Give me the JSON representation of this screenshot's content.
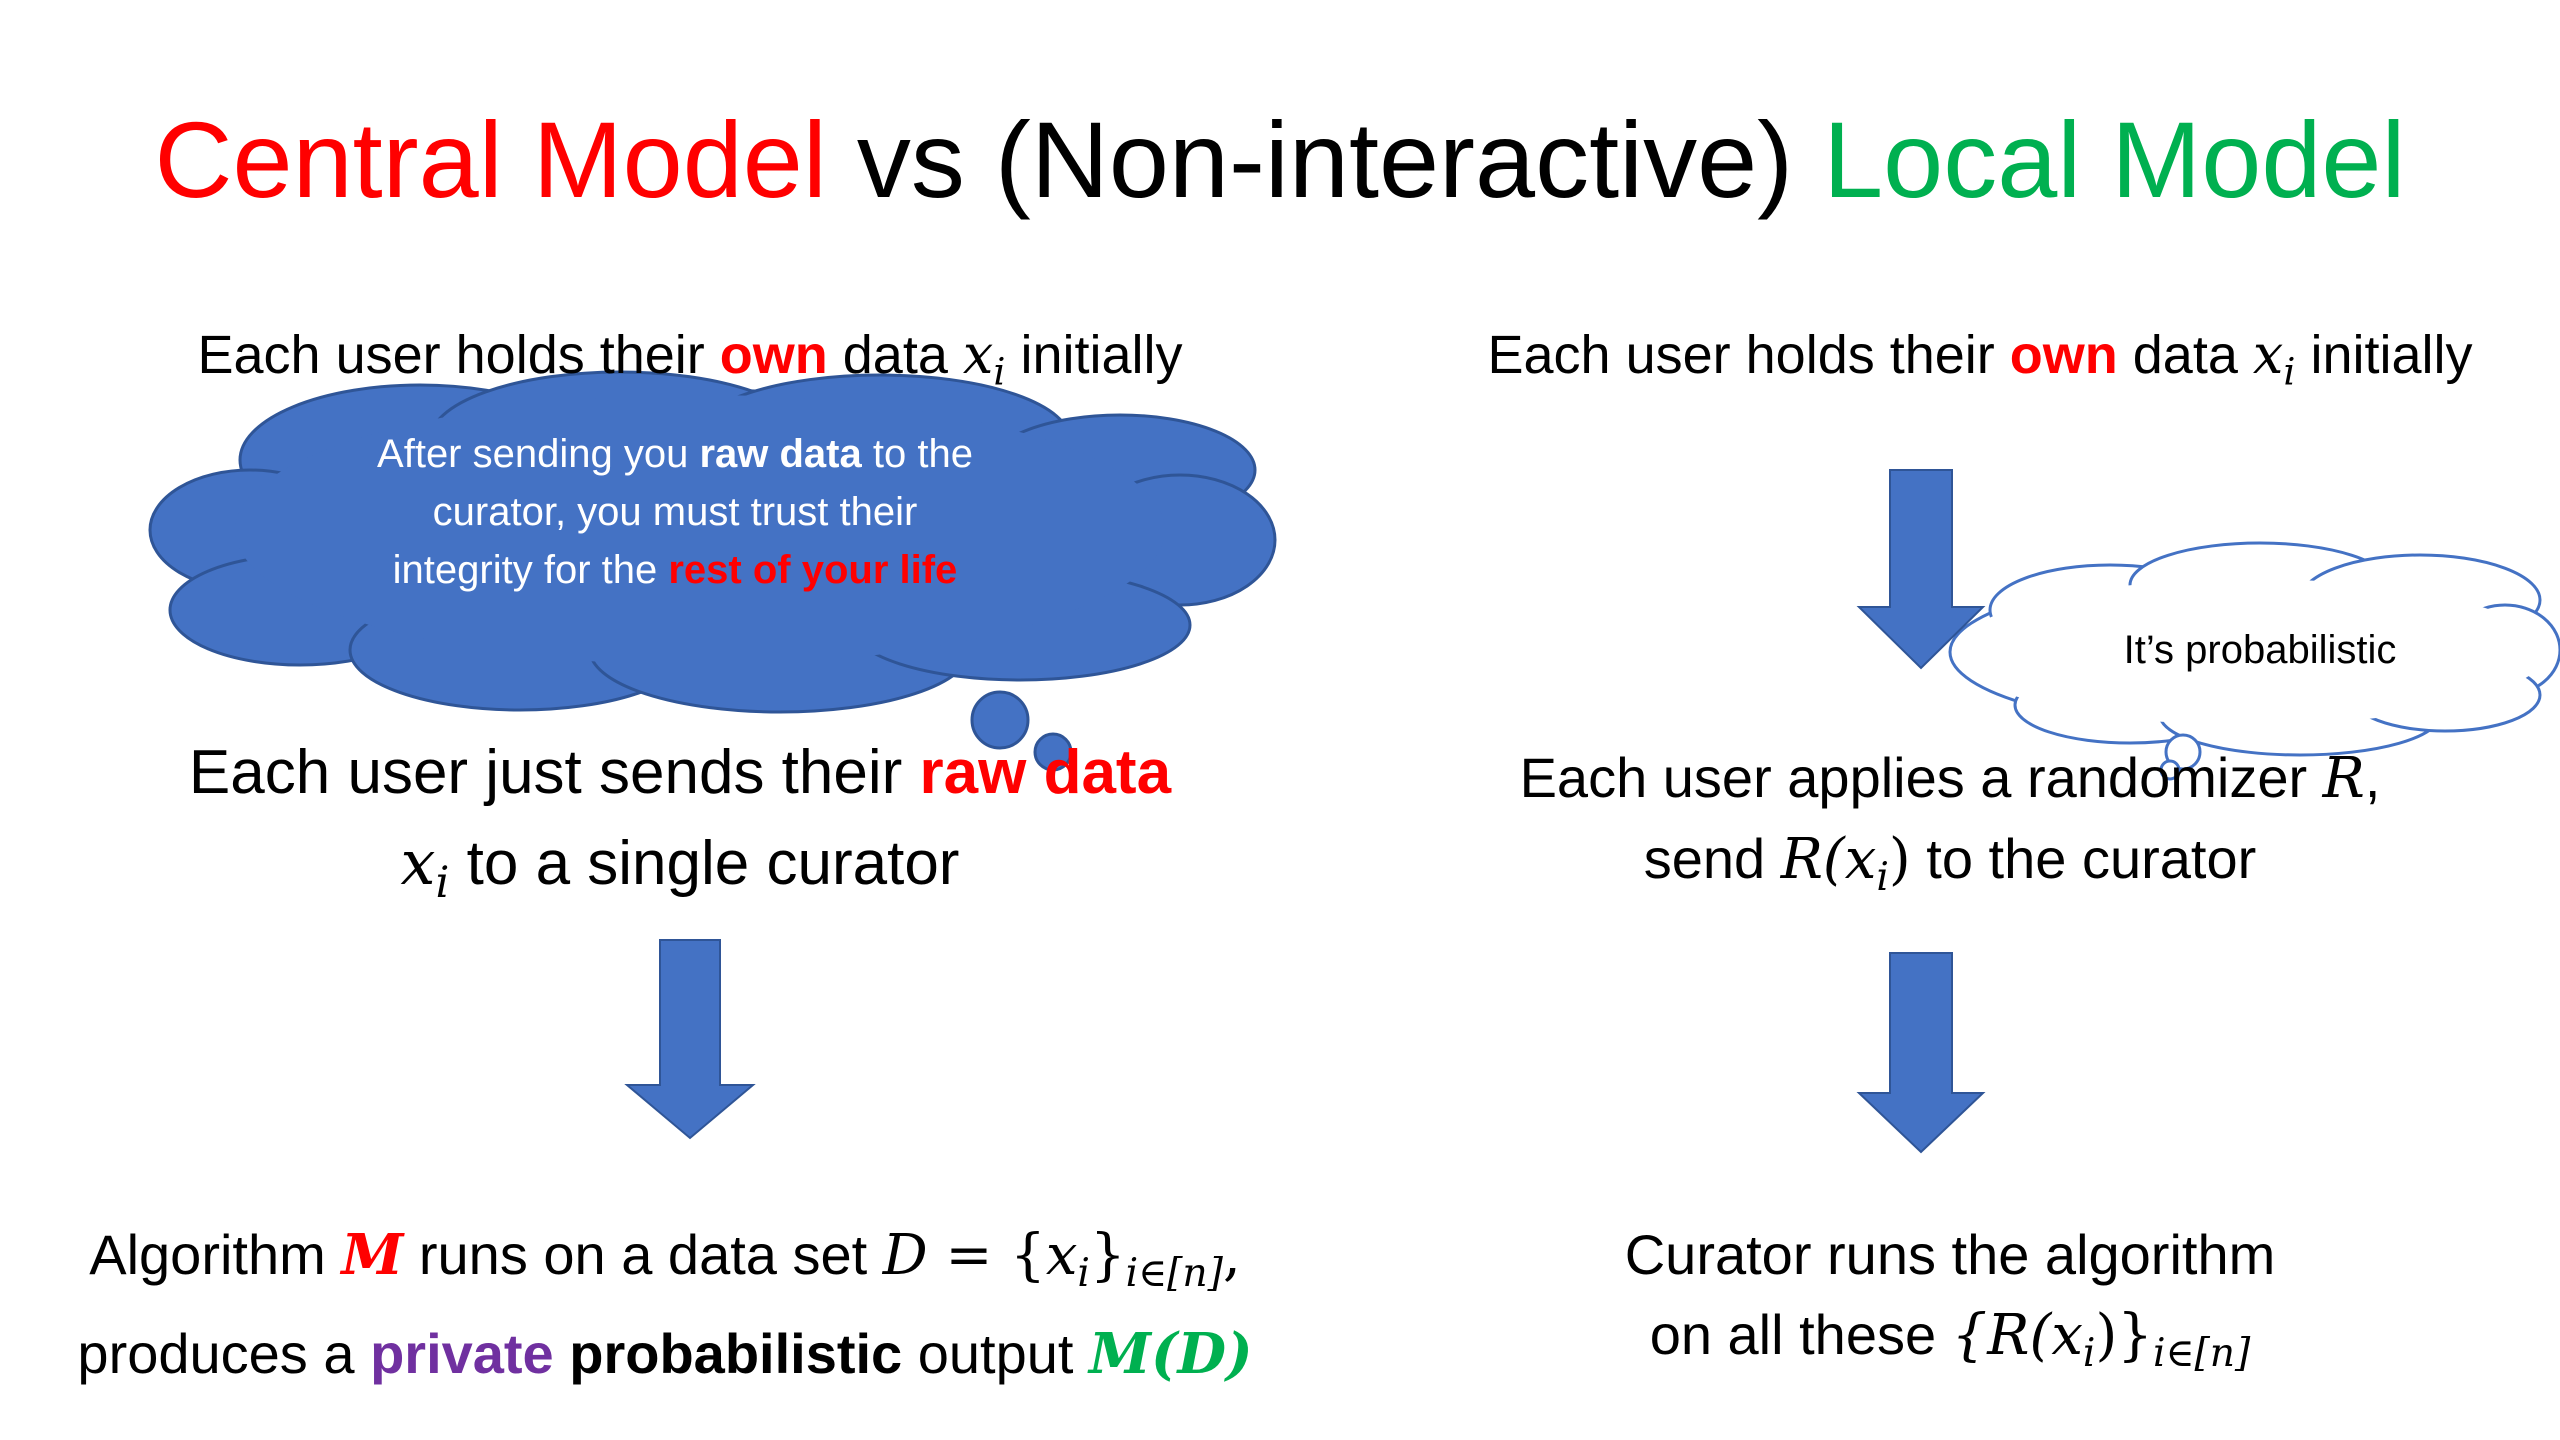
{
  "title": {
    "part1": "Central Model",
    "part2": " vs (Non-interactive) ",
    "part3": "Local Model"
  },
  "left": {
    "holds": {
      "pre": "Each user holds their ",
      "own": "own",
      "mid": " data ",
      "var": "x",
      "sub": "i",
      "post": " initially"
    },
    "cloud": {
      "l1a": "After sending you ",
      "l1b": "raw data",
      "l1c": " to the",
      "l2": "curator, you must trust their",
      "l3a": "integrity for the ",
      "l3b": "rest of your life"
    },
    "sends": {
      "l1a": "Each user just sends their ",
      "l1b": "raw data",
      "var": "x",
      "sub": "i",
      "l2": " to a single curator"
    },
    "algo": {
      "l1a": "Algorithm ",
      "M": "M",
      "l1b": " runs on a data set ",
      "D": "D",
      "eq": " = {",
      "x": "x",
      "xsub": "i",
      "close": "}",
      "setsub": "i∈[n]",
      "comma": ",",
      "l2a": "produces a ",
      "private": "private",
      "space": " ",
      "probabilistic": "probabilistic",
      "l2b": " output ",
      "MD": "M(D)"
    }
  },
  "right": {
    "holds": {
      "pre": "Each user holds their ",
      "own": "own",
      "mid": " data ",
      "var": "x",
      "sub": "i",
      "post": " initially"
    },
    "thought": "It’s probabilistic",
    "applies": {
      "l1a": "Each user applies a randomizer ",
      "R": "R",
      "l1b": ",",
      "l2a": "send ",
      "Rx": "R(x",
      "sub": "i",
      "Rclose": ")",
      "l2b": " to the curator"
    },
    "curator": {
      "l1": "Curator runs the algorithm",
      "l2a": "on all these ",
      "set": "{R(x",
      "sub": "i",
      "setclose": ")}",
      "setsub": "i∈[n]"
    }
  },
  "colors": {
    "accent_red": "#ff0000",
    "accent_green": "#00b050",
    "arrow_blue": "#4472c4",
    "purple": "#7030a0"
  }
}
